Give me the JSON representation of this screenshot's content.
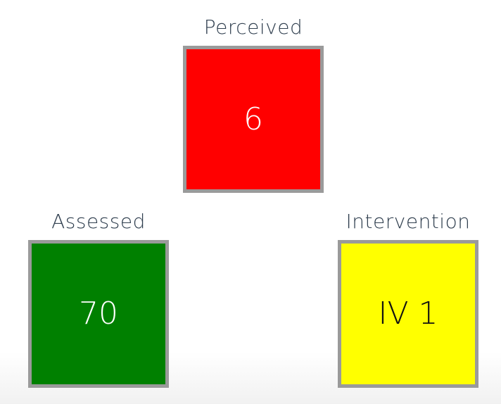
{
  "tiles": {
    "perceived": {
      "label": "Perceived",
      "value": "6",
      "fill_color": "#ff0000",
      "text_color": "#ffffff",
      "border_color": "#9a9a9a"
    },
    "assessed": {
      "label": "Assessed",
      "value": "70",
      "fill_color": "#008000",
      "text_color": "#ffffff",
      "border_color": "#9a9a9a"
    },
    "intervention": {
      "label": "Intervention",
      "value": "IV 1",
      "fill_color": "#ffff00",
      "text_color": "#111111",
      "border_color": "#9a9a9a"
    }
  }
}
